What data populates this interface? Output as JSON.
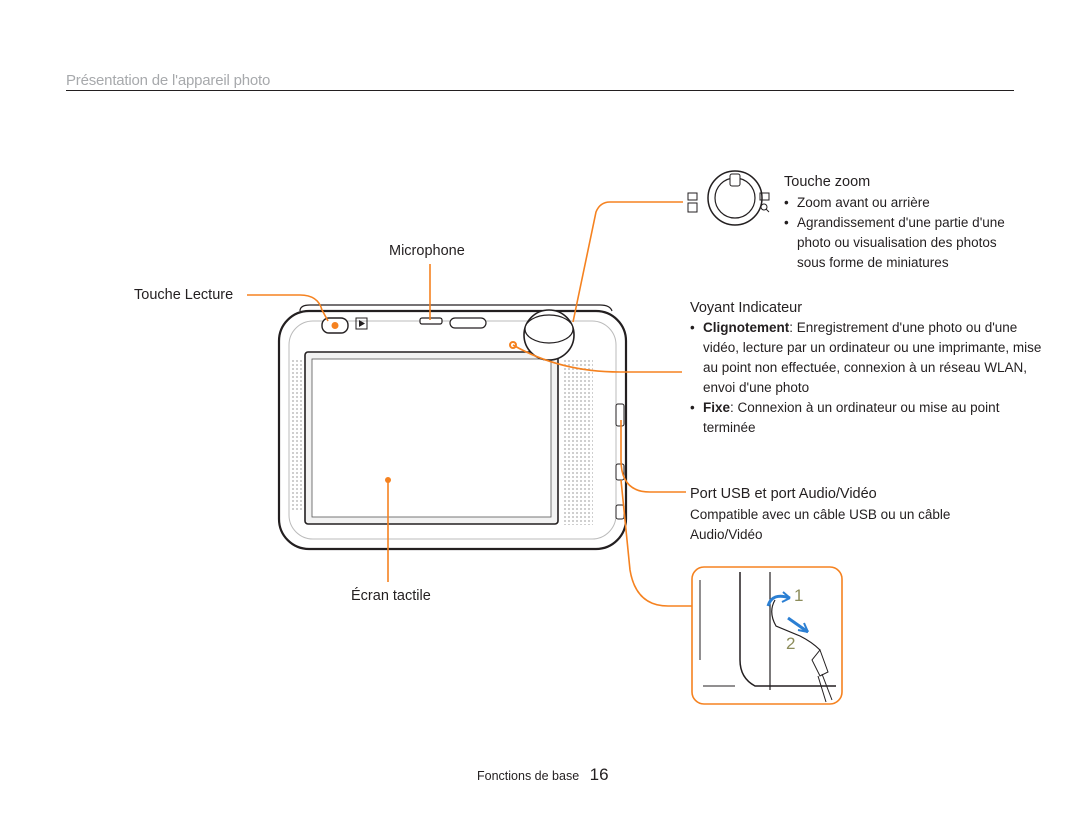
{
  "header": {
    "title": "Présentation de l'appareil photo"
  },
  "callouts": {
    "zoom": {
      "title": "Touche zoom",
      "items": [
        "Zoom avant ou arrière",
        "Agrandissement d'une partie d'une photo ou visualisation des photos sous forme de miniatures"
      ]
    },
    "microphone": {
      "title": "Microphone"
    },
    "playback": {
      "title": "Touche Lecture"
    },
    "indicator": {
      "title": "Voyant Indicateur",
      "items": [
        {
          "term": "Clignotement",
          "text": ": Enregistrement d'une photo ou d'une vidéo, lecture par un ordinateur ou une imprimante, mise au point non effectuée, connexion à un réseau WLAN, envoi d'une photo"
        },
        {
          "term": "Fixe",
          "text": ": Connexion à un ordinateur ou mise au point terminée"
        }
      ]
    },
    "usb": {
      "title": "Port USB et port Audio/Vidéo",
      "text": "Compatible avec un câble USB ou un câble Audio/Vidéo"
    },
    "touchscreen": {
      "title": "Écran tactile"
    }
  },
  "strap_steps": [
    "1",
    "2"
  ],
  "footer": {
    "section": "Fonctions de base",
    "page": "16"
  },
  "colors": {
    "leader": "#f58220",
    "arrow": "#2b7fd3",
    "rule": "#231f20",
    "header": "#a7a9ac"
  }
}
